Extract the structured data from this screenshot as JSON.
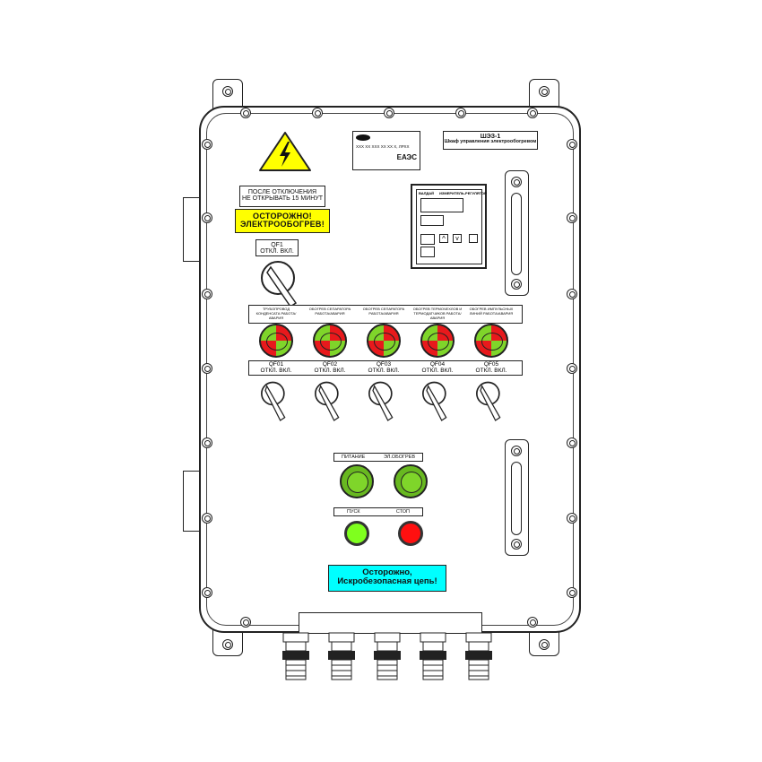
{
  "warning_plate": {
    "line1": "ПОСЛЕ ОТКЛЮЧЕНИЯ",
    "line2": "НЕ ОТКРЫВАТЬ 15 МИНУТ"
  },
  "caution_plate": {
    "line1": "ОСТОРОЖНО!",
    "line2": "ЭЛЕКТРООБОГРЕВ!"
  },
  "main_switch": {
    "name": "QF1",
    "states": "ОТКЛ. ВКЛ."
  },
  "nameplate": {
    "serial": "XXX XX XXX XX XX X, ЛРХХ",
    "mark": "ЕАЭС"
  },
  "title_plate": {
    "code": "ШЭЗ-1",
    "name": "Шкаф управления электрообогревом"
  },
  "controller": {
    "brand": "ВАЛДАЙ",
    "model": "ИЗМЕРИТЕЛЬ-РЕГУЛЯТОР"
  },
  "indicators": [
    {
      "label": "ТРУБОПРОВОД КОНДЕНСАТА РАБОТА/АВАРИЯ"
    },
    {
      "label": "ОБОГРЕВ СЕПАРАТОРА РАБОТА/АВАРИЯ"
    },
    {
      "label": "ОБОГРЕВ СЕПАРАТОРА РАБОТА/АВАРИЯ"
    },
    {
      "label": "ОБОГРЕВ ТЕРМОЧЕХЛОВ И ТЕРМОДАТЧИКОВ РАБОТА/АВАРИЯ"
    },
    {
      "label": "ОБОГРЕВ ИМПУЛЬСНЫХ ЛИНИЙ РАБОТА/АВАРИЯ"
    }
  ],
  "breakers": [
    {
      "name": "QF01",
      "states": "ОТКЛ. ВКЛ."
    },
    {
      "name": "QF02",
      "states": "ОТКЛ. ВКЛ."
    },
    {
      "name": "QF03",
      "states": "ОТКЛ. ВКЛ."
    },
    {
      "name": "QF04",
      "states": "ОТКЛ. ВКЛ."
    },
    {
      "name": "QF05",
      "states": "ОТКЛ. ВКЛ."
    }
  ],
  "status_lamps": {
    "power": "ПИТАНИЕ",
    "heating": "ЭЛ.ОБОГРЕВ"
  },
  "buttons": {
    "start": "ПУСК",
    "stop": "СТОП"
  },
  "intrinsic_plate": {
    "line1": "Осторожно,",
    "line2": "Искробезопасная цепь!"
  },
  "colors": {
    "red": "#e8191c",
    "green": "#7fd52a",
    "yellow": "#ffff00",
    "cyan": "#00ffff"
  }
}
